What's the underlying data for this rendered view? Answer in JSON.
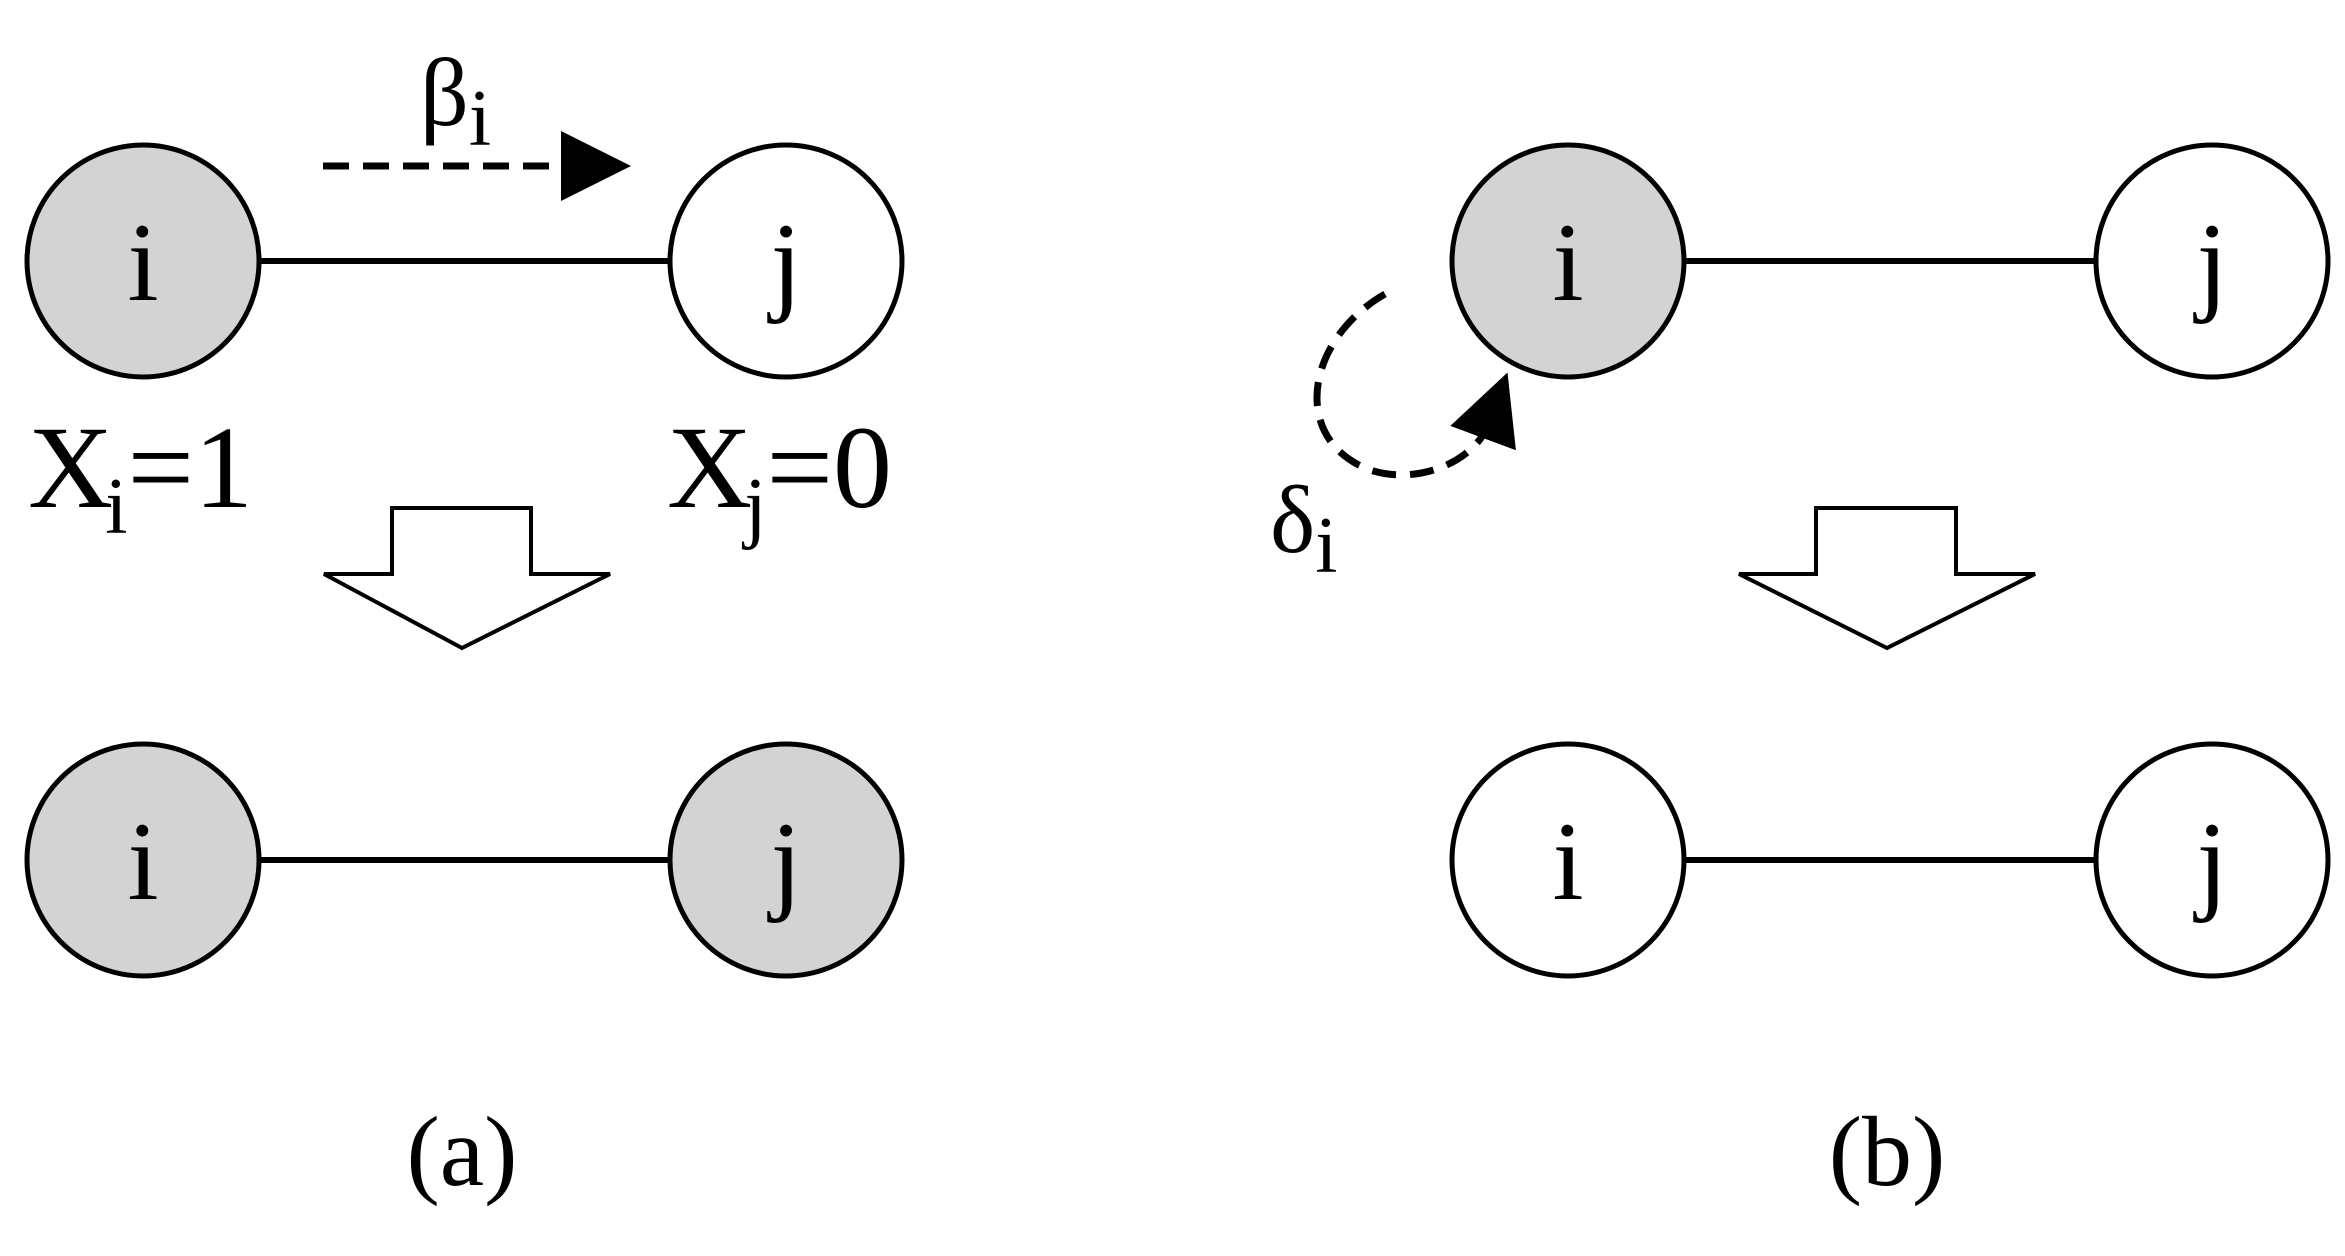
{
  "colors": {
    "infected_fill": "#d3d3d3",
    "susceptible_fill": "#ffffff",
    "stroke": "#000000"
  },
  "icons": {
    "transition_arrow": "hollow-down-arrow-icon",
    "infection_arrow": "dashed-right-arrow-icon",
    "recovery_arrow": "dashed-curved-arrow-icon"
  },
  "panel_a": {
    "before": {
      "node_i": {
        "label": "i",
        "state": "infected"
      },
      "node_j": {
        "label": "j",
        "state": "susceptible"
      }
    },
    "after": {
      "node_i": {
        "label": "i",
        "state": "infected"
      },
      "node_j": {
        "label": "j",
        "state": "infected"
      }
    },
    "rate": {
      "symbol": "β",
      "subscript": "i"
    },
    "state_i": {
      "var": "X",
      "sub": "i",
      "eq": "=1"
    },
    "state_j": {
      "var": "X",
      "sub": "j",
      "eq": "=0"
    },
    "caption": "(a)"
  },
  "panel_b": {
    "before": {
      "node_i": {
        "label": "i",
        "state": "infected"
      },
      "node_j": {
        "label": "j",
        "state": "susceptible"
      }
    },
    "after": {
      "node_i": {
        "label": "i",
        "state": "susceptible"
      },
      "node_j": {
        "label": "j",
        "state": "susceptible"
      }
    },
    "rate": {
      "symbol": "δ",
      "subscript": "i"
    },
    "caption": "(b)"
  }
}
